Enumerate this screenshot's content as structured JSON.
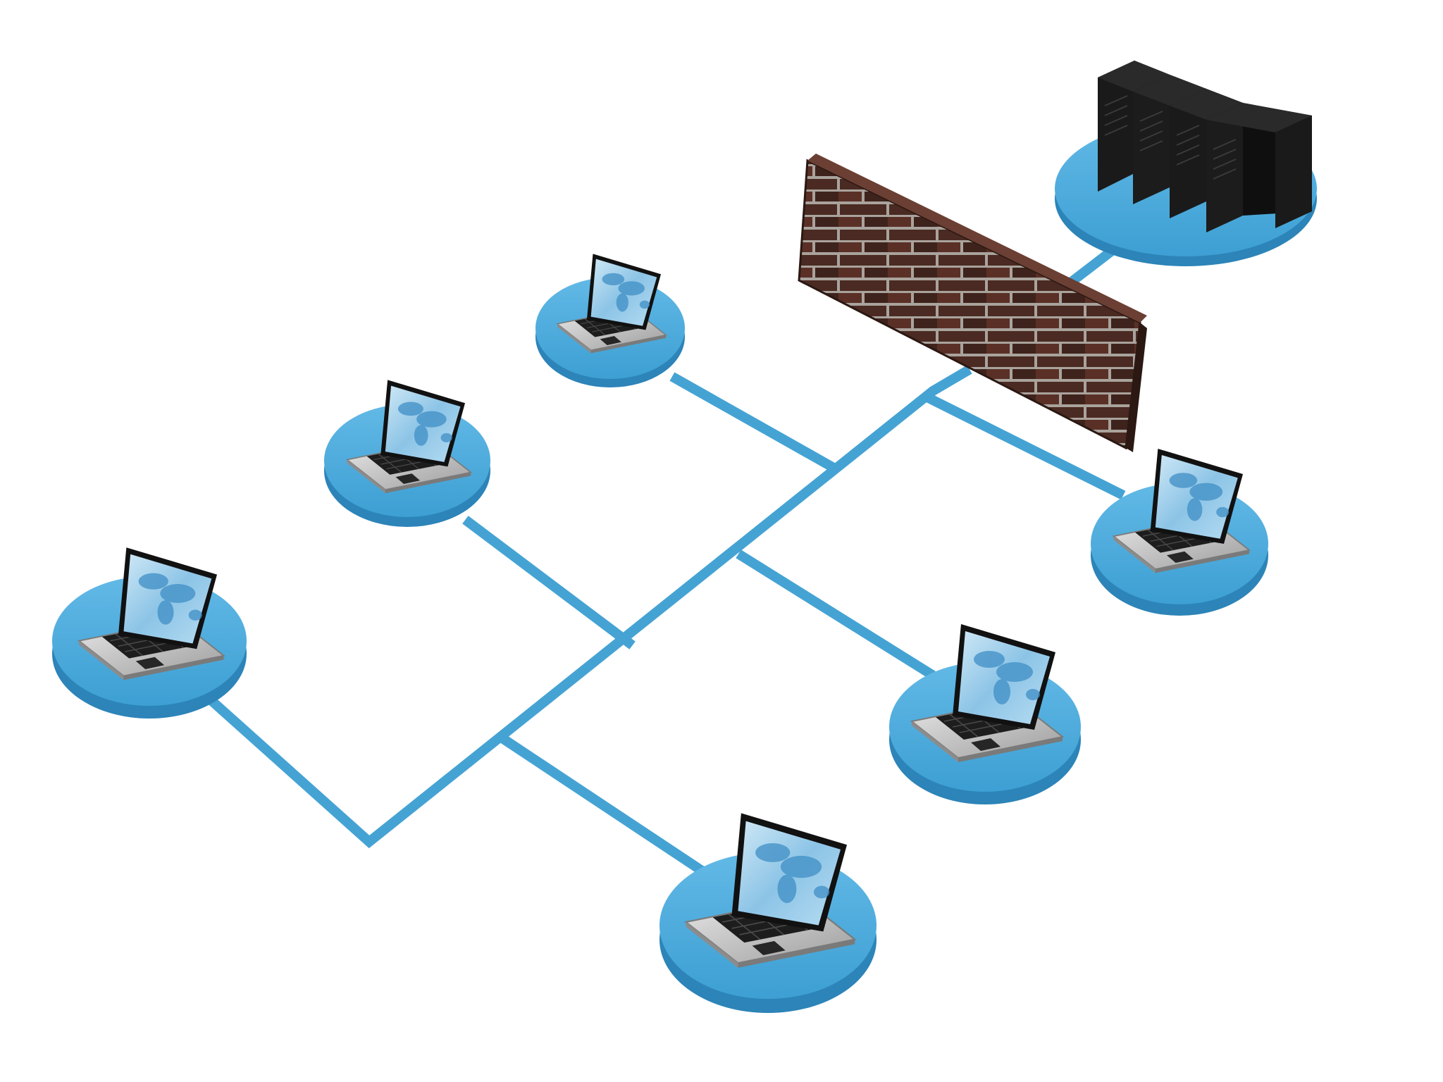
{
  "diagram": {
    "colors": {
      "background": "#ffffff",
      "link": "#45a3d4",
      "link_edge": "#2f86b6",
      "platform_top": "#4aa9da",
      "platform_side": "#2c84b8",
      "laptop_body": "#c9c9c9",
      "laptop_screen": "#9fcde8",
      "keyboard": "#1a1a1a",
      "brick": "#4a2a22",
      "mortar": "#a9a39c",
      "server": "#151515"
    },
    "nodes": [
      {
        "id": "laptop-1",
        "type": "laptop",
        "icon": "laptop-icon"
      },
      {
        "id": "laptop-2",
        "type": "laptop",
        "icon": "laptop-icon"
      },
      {
        "id": "laptop-3",
        "type": "laptop",
        "icon": "laptop-icon"
      },
      {
        "id": "laptop-4",
        "type": "laptop",
        "icon": "laptop-icon"
      },
      {
        "id": "laptop-5",
        "type": "laptop",
        "icon": "laptop-icon"
      },
      {
        "id": "laptop-6",
        "type": "laptop",
        "icon": "laptop-icon"
      },
      {
        "id": "firewall",
        "type": "firewall",
        "icon": "brick-wall-icon"
      },
      {
        "id": "server-rack",
        "type": "server",
        "icon": "server-rack-icon",
        "units": 4
      }
    ]
  }
}
